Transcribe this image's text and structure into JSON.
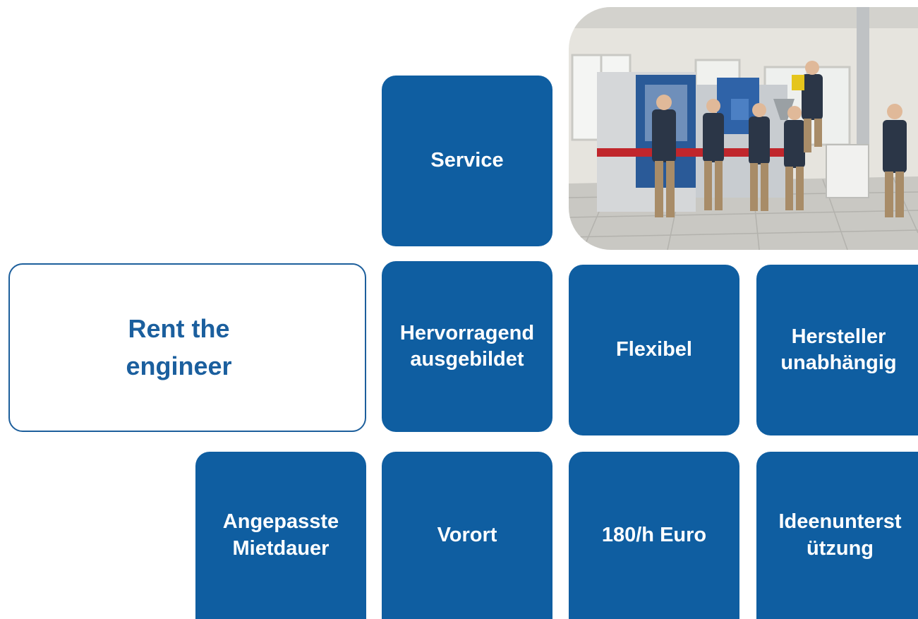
{
  "accent_color": "#0f5ea1",
  "heading": {
    "line1": "Rent  the",
    "line2": "engineer"
  },
  "tiles": {
    "service": "Service",
    "hervorragend": "Hervorragend\nausgebildet",
    "flexibel": "Flexibel",
    "hersteller": "Hersteller\nunabhängig",
    "mietdauer": "Angepasste\nMietdauer",
    "vorort": "Vorort",
    "preis": "180/h Euro",
    "ideen": "Ideenunterst\nützung"
  },
  "photo": {
    "subject": "engineers-at-injection-molding-machine"
  }
}
